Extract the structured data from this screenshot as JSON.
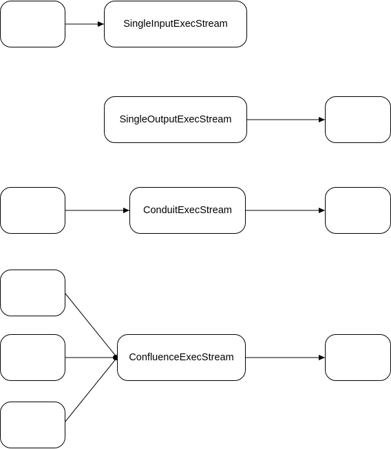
{
  "diagram": {
    "nodes": {
      "single_input": {
        "label": "SingleInputExecStream"
      },
      "single_output": {
        "label": "SingleOutputExecStream"
      },
      "conduit": {
        "label": "ConduitExecStream"
      },
      "confluence": {
        "label": "ConfluenceExecStream"
      }
    },
    "colors": {
      "stroke": "#000000",
      "fill": "#ffffff"
    }
  }
}
